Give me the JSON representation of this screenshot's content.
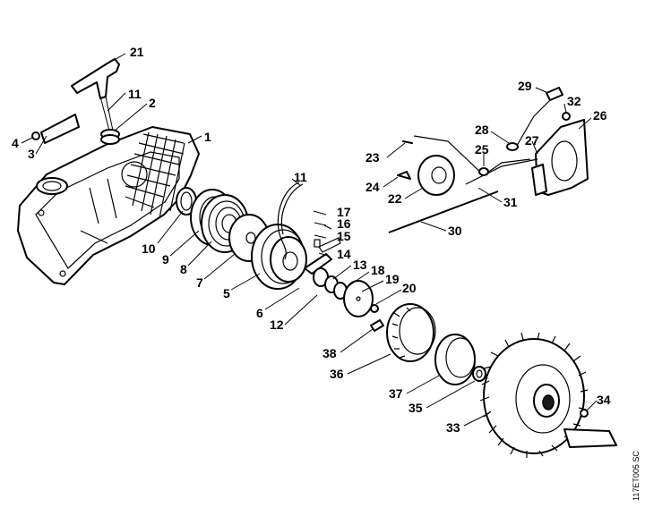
{
  "diagram": {
    "drawing_code": "117ET005 SC",
    "callouts": [
      {
        "id": "c21",
        "label": "21"
      },
      {
        "id": "c11a",
        "label": "11"
      },
      {
        "id": "c2",
        "label": "2"
      },
      {
        "id": "c4",
        "label": "4"
      },
      {
        "id": "c3",
        "label": "3"
      },
      {
        "id": "c1",
        "label": "1"
      },
      {
        "id": "c11b",
        "label": "11"
      },
      {
        "id": "c10",
        "label": "10"
      },
      {
        "id": "c9",
        "label": "9"
      },
      {
        "id": "c8",
        "label": "8"
      },
      {
        "id": "c7",
        "label": "7"
      },
      {
        "id": "c5",
        "label": "5"
      },
      {
        "id": "c6",
        "label": "6"
      },
      {
        "id": "c17",
        "label": "17"
      },
      {
        "id": "c16",
        "label": "16"
      },
      {
        "id": "c15",
        "label": "15"
      },
      {
        "id": "c14",
        "label": "14"
      },
      {
        "id": "c13",
        "label": "13"
      },
      {
        "id": "c18",
        "label": "18"
      },
      {
        "id": "c19",
        "label": "19"
      },
      {
        "id": "c20",
        "label": "20"
      },
      {
        "id": "c12",
        "label": "12"
      },
      {
        "id": "c29",
        "label": "29"
      },
      {
        "id": "c32",
        "label": "32"
      },
      {
        "id": "c26",
        "label": "26"
      },
      {
        "id": "c28",
        "label": "28"
      },
      {
        "id": "c27",
        "label": "27"
      },
      {
        "id": "c25",
        "label": "25"
      },
      {
        "id": "c23",
        "label": "23"
      },
      {
        "id": "c24",
        "label": "24"
      },
      {
        "id": "c22",
        "label": "22"
      },
      {
        "id": "c31",
        "label": "31"
      },
      {
        "id": "c30",
        "label": "30"
      },
      {
        "id": "c38",
        "label": "38"
      },
      {
        "id": "c36",
        "label": "36"
      },
      {
        "id": "c37",
        "label": "37"
      },
      {
        "id": "c35",
        "label": "35"
      },
      {
        "id": "c34",
        "label": "34"
      },
      {
        "id": "c33",
        "label": "33"
      }
    ]
  }
}
